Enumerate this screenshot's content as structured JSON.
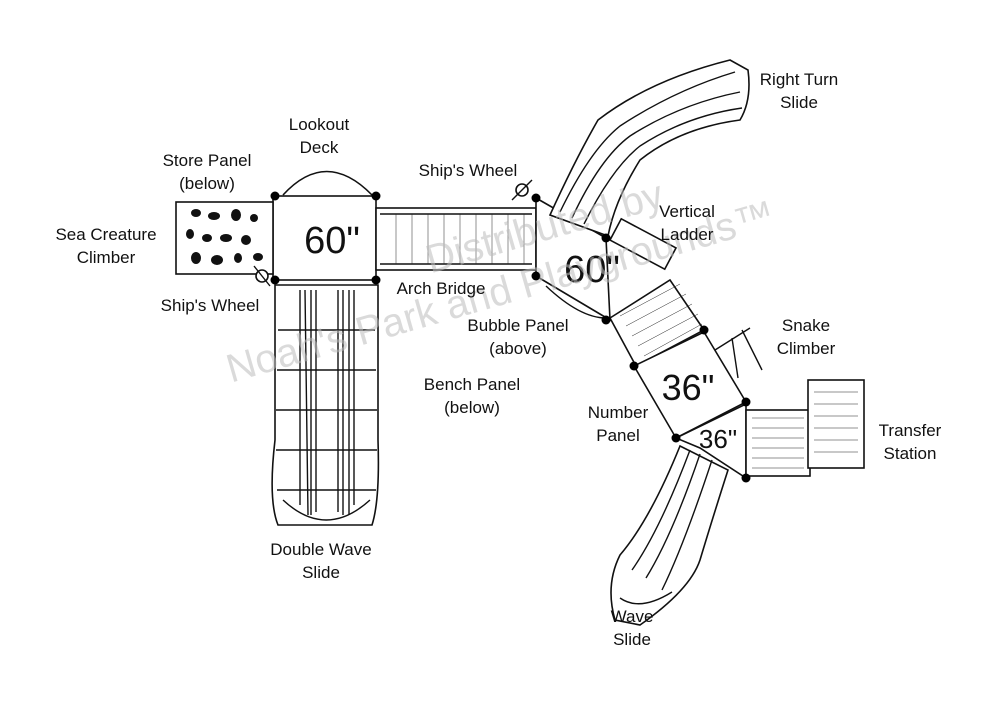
{
  "labels": {
    "right_turn_slide": [
      "Right Turn",
      "Slide"
    ],
    "lookout_deck": [
      "Lookout",
      "Deck"
    ],
    "store_panel": [
      "Store Panel",
      "(below)"
    ],
    "ships_wheel_top": "Ship's Wheel",
    "vertical_ladder": [
      "Vertical",
      "Ladder"
    ],
    "sea_creature_climber": [
      "Sea Creature",
      "Climber"
    ],
    "arch_bridge": "Arch Bridge",
    "ships_wheel_left": "Ship's Wheel",
    "bubble_panel": [
      "Bubble Panel",
      "(above)"
    ],
    "snake_climber": [
      "Snake",
      "Climber"
    ],
    "bench_panel": [
      "Bench Panel",
      "(below)"
    ],
    "number_panel": [
      "Number",
      "Panel"
    ],
    "transfer_station": [
      "Transfer",
      "Station"
    ],
    "double_wave_slide": [
      "Double Wave",
      "Slide"
    ],
    "wave_slide": [
      "Wave",
      "Slide"
    ]
  },
  "deck_heights": {
    "deck_left": "60\"",
    "deck_center": "60\"",
    "deck_36_upper": "36\"",
    "deck_36_lower": "36\""
  },
  "watermark": [
    "Distributed by",
    "Noah's Park and Playgrounds™"
  ]
}
